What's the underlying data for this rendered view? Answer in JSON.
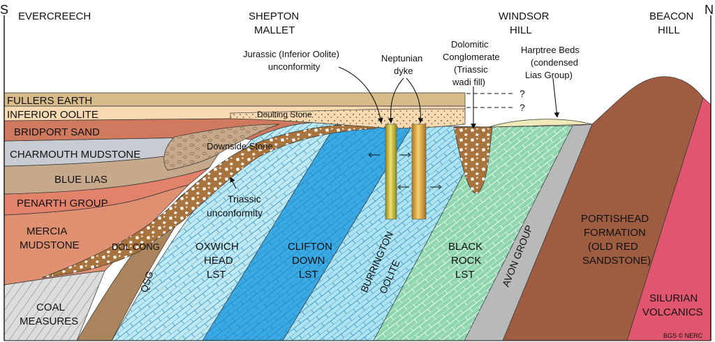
{
  "compass": {
    "south": "S",
    "north": "N"
  },
  "places": {
    "evercreech": "EVERCREECH",
    "shepton_1": "SHEPTON",
    "shepton_2": "MALLET",
    "windsor_1": "WINDSOR",
    "windsor_2": "HILL",
    "beacon_1": "BEACON",
    "beacon_2": "HILL"
  },
  "units": {
    "fullers_earth": "FULLERS EARTH",
    "inferior_oolite": "INFERIOR OOLITE",
    "bridport_sand": "BRIDPORT SAND",
    "charmouth_mudstone": "CHARMOUTH MUDSTONE",
    "blue_lias": "BLUE LIAS",
    "penarth_group": "PENARTH GROUP",
    "mercia_1": "MERCIA",
    "mercia_2": "MUDSTONE",
    "coal_1": "COAL",
    "coal_2": "MEASURES",
    "dol_cong": "DOL CONG",
    "qsg": "QSG",
    "oxwich_1": "OXWICH",
    "oxwich_2": "HEAD",
    "oxwich_3": "LST",
    "clifton_1": "CLIFTON",
    "clifton_2": "DOWN",
    "clifton_3": "LST",
    "burrington_1": "BURRINGTON",
    "burrington_2": "OOLITE",
    "black_rock_1": "BLACK",
    "black_rock_2": "ROCK",
    "black_rock_3": "LST",
    "avon_group": "AVON GROUP",
    "portishead_1": "PORTISHEAD",
    "portishead_2": "FORMATION",
    "portishead_3": "(OLD RED",
    "portishead_4": "SANDSTONE)",
    "silurian_1": "SILURIAN",
    "silurian_2": "VOLCANICS"
  },
  "annotations": {
    "doulting_stone": "Doulting Stone",
    "downside_stone": "Downside Stone",
    "jurassic_1": "Jurassic (Inferior Oolite)",
    "jurassic_2": "unconformity",
    "neptunian_1": "Neptunian",
    "neptunian_2": "dyke",
    "dolomitic_1": "Dolomitic",
    "dolomitic_2": "Conglomerate",
    "dolomitic_3": "(Triassic",
    "dolomitic_4": "wadi fill)",
    "harptree_1": "Harptree Beds",
    "harptree_2": "(condensed",
    "harptree_3": "Lias Group)",
    "triassic_1": "Triassic",
    "triassic_2": "unconformity",
    "question_1": "?",
    "question_2": "?",
    "credit": "BGS © NERC"
  },
  "colors": {
    "fullers_earth": "#d7bc8a",
    "inferior_oolite": "#f7d9b2",
    "bridport_sand": "#cf7a5e",
    "charmouth_mudstone": "#c7ccd3",
    "blue_lias": "#c6a88a",
    "penarth_group": "#e2826a",
    "mercia_mudstone": "#df9070",
    "coal_measures": "#dcdcdc",
    "dol_cong": "#a8733c",
    "qsg": "#a9845c",
    "oxwich_head": "#bfeaf3",
    "clifton_down": "#3aa9e4",
    "burrington_oolite": "#aee3f1",
    "black_rock": "#8fd6ae",
    "avon_group": "#b7b9bb",
    "portishead": "#9e5d40",
    "silurian": "#e0566e",
    "harptree": "#efeab8",
    "dyke": "#c8b840"
  }
}
